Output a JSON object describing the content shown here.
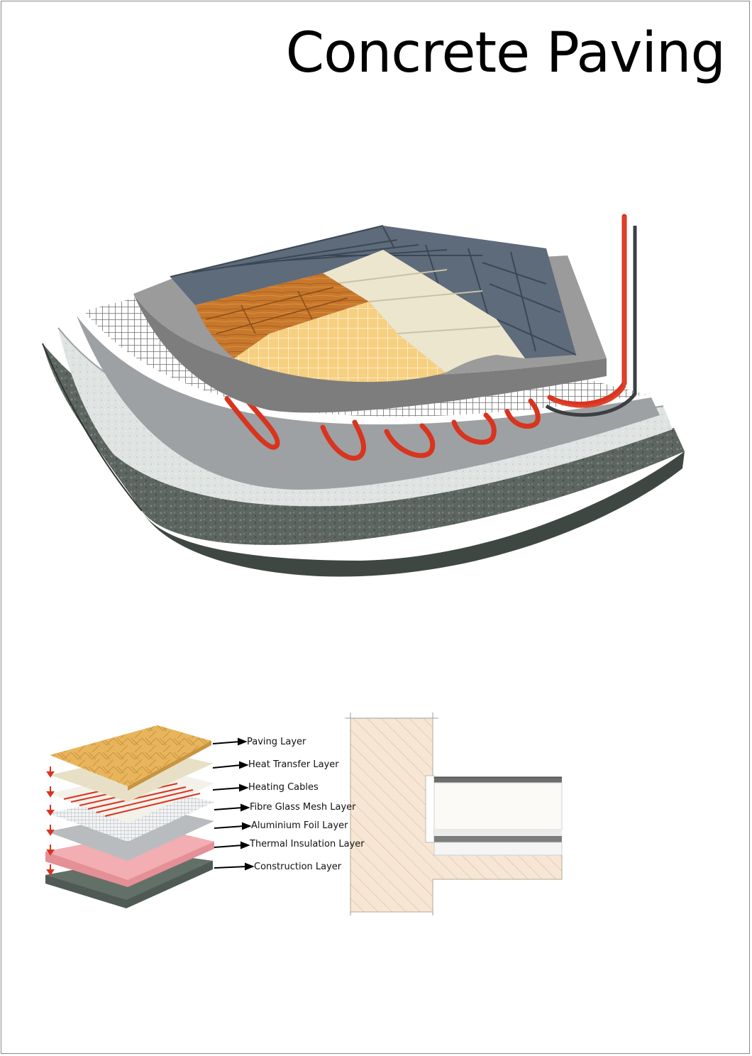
{
  "title": "Concrete Paving",
  "layers": [
    {
      "label": "Paving Layer"
    },
    {
      "label": "Heat Transfer Layer"
    },
    {
      "label": "Heating Cables"
    },
    {
      "label": "Fibre Glass Mesh Layer"
    },
    {
      "label": "Aluminium Foil Layer"
    },
    {
      "label": "Thermal Insulation Layer"
    },
    {
      "label": "Construction Layer"
    }
  ],
  "colors": {
    "cable": "#e0402a",
    "paving_tile": "#e9b55c",
    "insulation": "#f2aeb2",
    "construction": "#5d6b66",
    "slate": "#5e6b7a",
    "wall_fill": "#f7e6d3"
  }
}
